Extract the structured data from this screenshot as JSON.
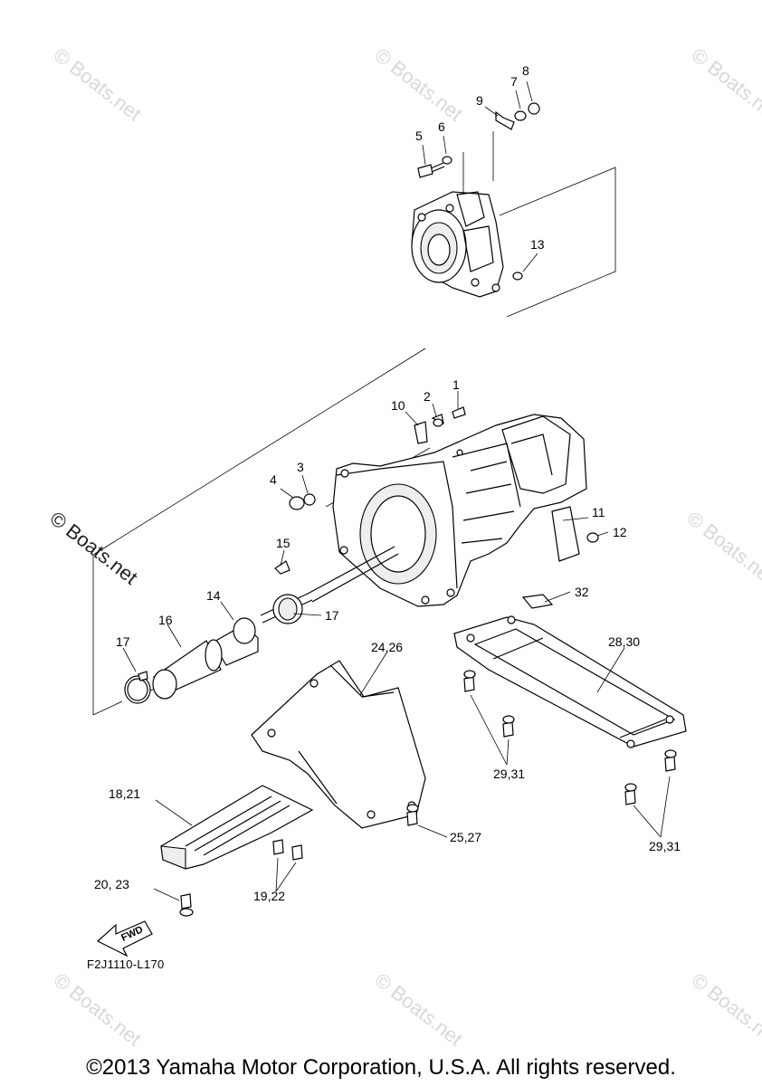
{
  "callouts": [
    "1",
    "2",
    "3",
    "4",
    "5",
    "6",
    "7",
    "8",
    "9",
    "10",
    "11",
    "12",
    "13",
    "14",
    "15",
    "16",
    "17",
    "17",
    "18,21",
    "19,22",
    "20, 23",
    "24,26",
    "25,27",
    "28,30",
    "29,31",
    "29,31",
    "32"
  ],
  "diagram_code": "F2J1110-L170",
  "fwd_label": "FWD",
  "watermark": "© Boats.net",
  "copyright": "©2013 Yamaha Motor Corporation, U.S.A. All rights reserved."
}
